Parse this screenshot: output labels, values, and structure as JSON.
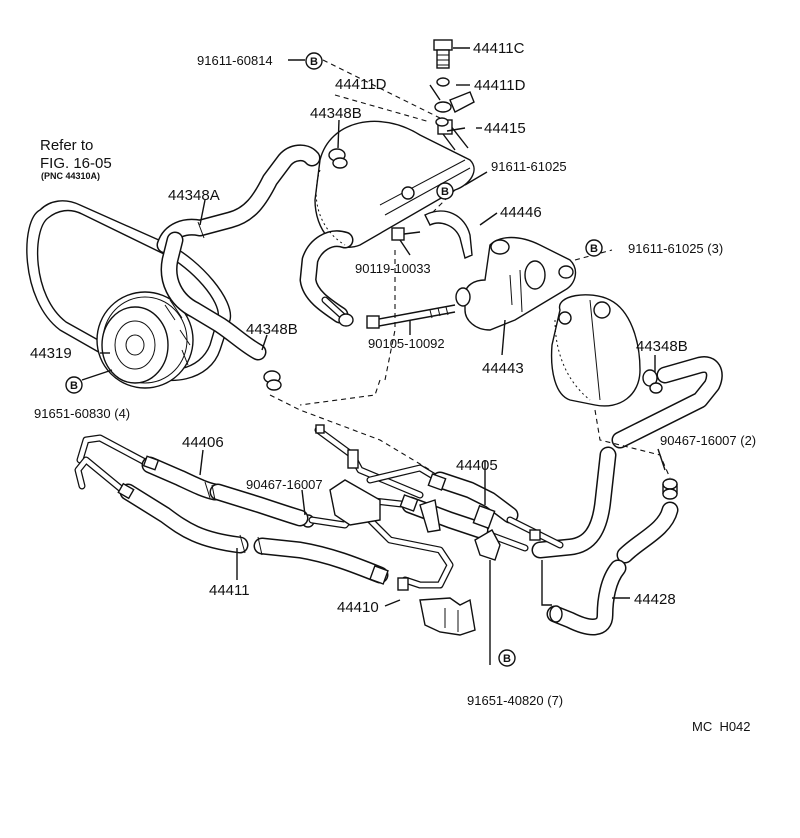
{
  "reference": {
    "line1": "Refer to",
    "line2": "FIG. 16-05",
    "line3": "(PNC 44310A)"
  },
  "bolt_marker": "B",
  "parts": {
    "p44411C": "44411C",
    "p44411D_right": "44411D",
    "p44411D_left": "44411D",
    "p44415": "44415",
    "p44348B_top": "44348B",
    "p44348A": "44348A",
    "p44446": "44446",
    "p44348B_mid": "44348B",
    "p44348B_right": "44348B",
    "p44319": "44319",
    "p44443": "44443",
    "p44406": "44406",
    "p44405": "44405",
    "p44411_hose": "44411",
    "p44410": "44410",
    "p44428": "44428"
  },
  "fasteners": {
    "f91611_60814": "91611-60814",
    "f91611_61025": "91611-61025",
    "f91611_61025_3": "91611-61025 (3)",
    "f90119_10033": "90119-10033",
    "f90105_10092": "90105-10092",
    "f91651_60830": "91651-60830 (4)",
    "f90467_16007_2": "90467-16007 (2)",
    "f90467_16007": "90467-16007",
    "f91651_40820": "91651-40820 (7)"
  },
  "diagram_code": "MC  H042"
}
